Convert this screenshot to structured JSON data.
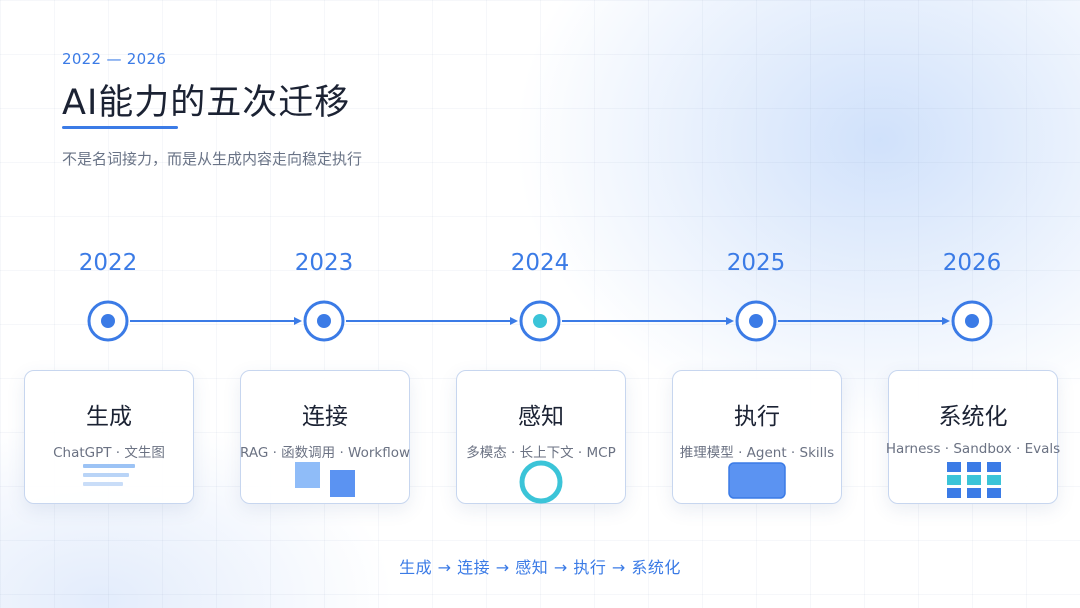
{
  "header": {
    "year_range": "2022 — 2026",
    "title": "AI能力的五次迁移",
    "subtitle": "不是名词接力，而是从生成内容走向稳定执行"
  },
  "stages": [
    {
      "year": "2022",
      "title": "生成",
      "desc": "ChatGPT · 文生图",
      "icon": "text-lines-icon"
    },
    {
      "year": "2023",
      "title": "连接",
      "desc": "RAG · 函数调用 · Workflow",
      "icon": "linked-blocks-icon"
    },
    {
      "year": "2024",
      "title": "感知",
      "desc": "多模态 · 长上下文 · MCP",
      "icon": "ring-icon"
    },
    {
      "year": "2025",
      "title": "执行",
      "desc": "推理模型 · Agent · Skills",
      "icon": "panel-icon"
    },
    {
      "year": "2026",
      "title": "系统化",
      "desc": "Harness · Sandbox · Evals",
      "icon": "grid-icon"
    }
  ],
  "footer": {
    "flow": "生成 → 连接 → 感知 → 执行 → 系统化"
  },
  "colors": {
    "accent": "#3b7be6",
    "accent_light": "#8fbcf8",
    "cyan": "#3bc4d8",
    "text_dark": "#1b2233",
    "text_muted": "#6b7283"
  }
}
